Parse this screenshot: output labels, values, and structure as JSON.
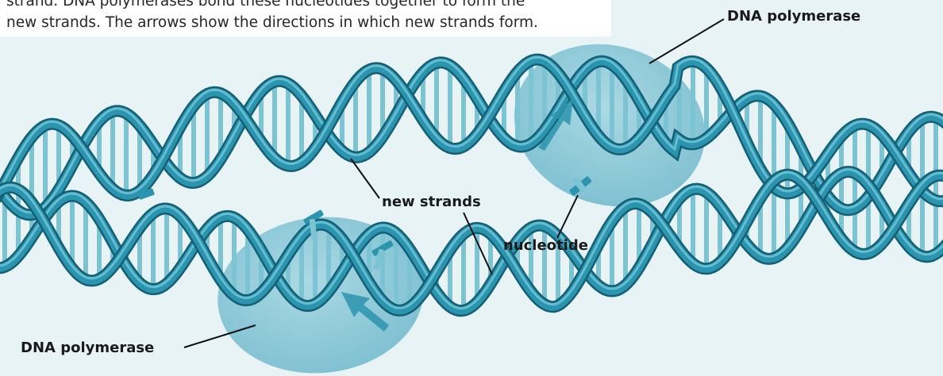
{
  "caption": {
    "line1": "strand. DNA polymerases bond these nucleotides together to form the",
    "line2": "new strands. The arrows show the directions in which new strands form."
  },
  "labels": {
    "polymerase_top": "DNA polymerase",
    "new_strands": "new strands",
    "nucleotide": "nucleotide",
    "polymerase_bottom": "DNA polymerase"
  },
  "colors": {
    "background": "#e8f3f6",
    "strand": "#2b94ae",
    "strand_dark": "#155f74",
    "base_pair": "#7cc3d4",
    "enzyme": "#8fcad8",
    "leader_line": "#111111"
  }
}
